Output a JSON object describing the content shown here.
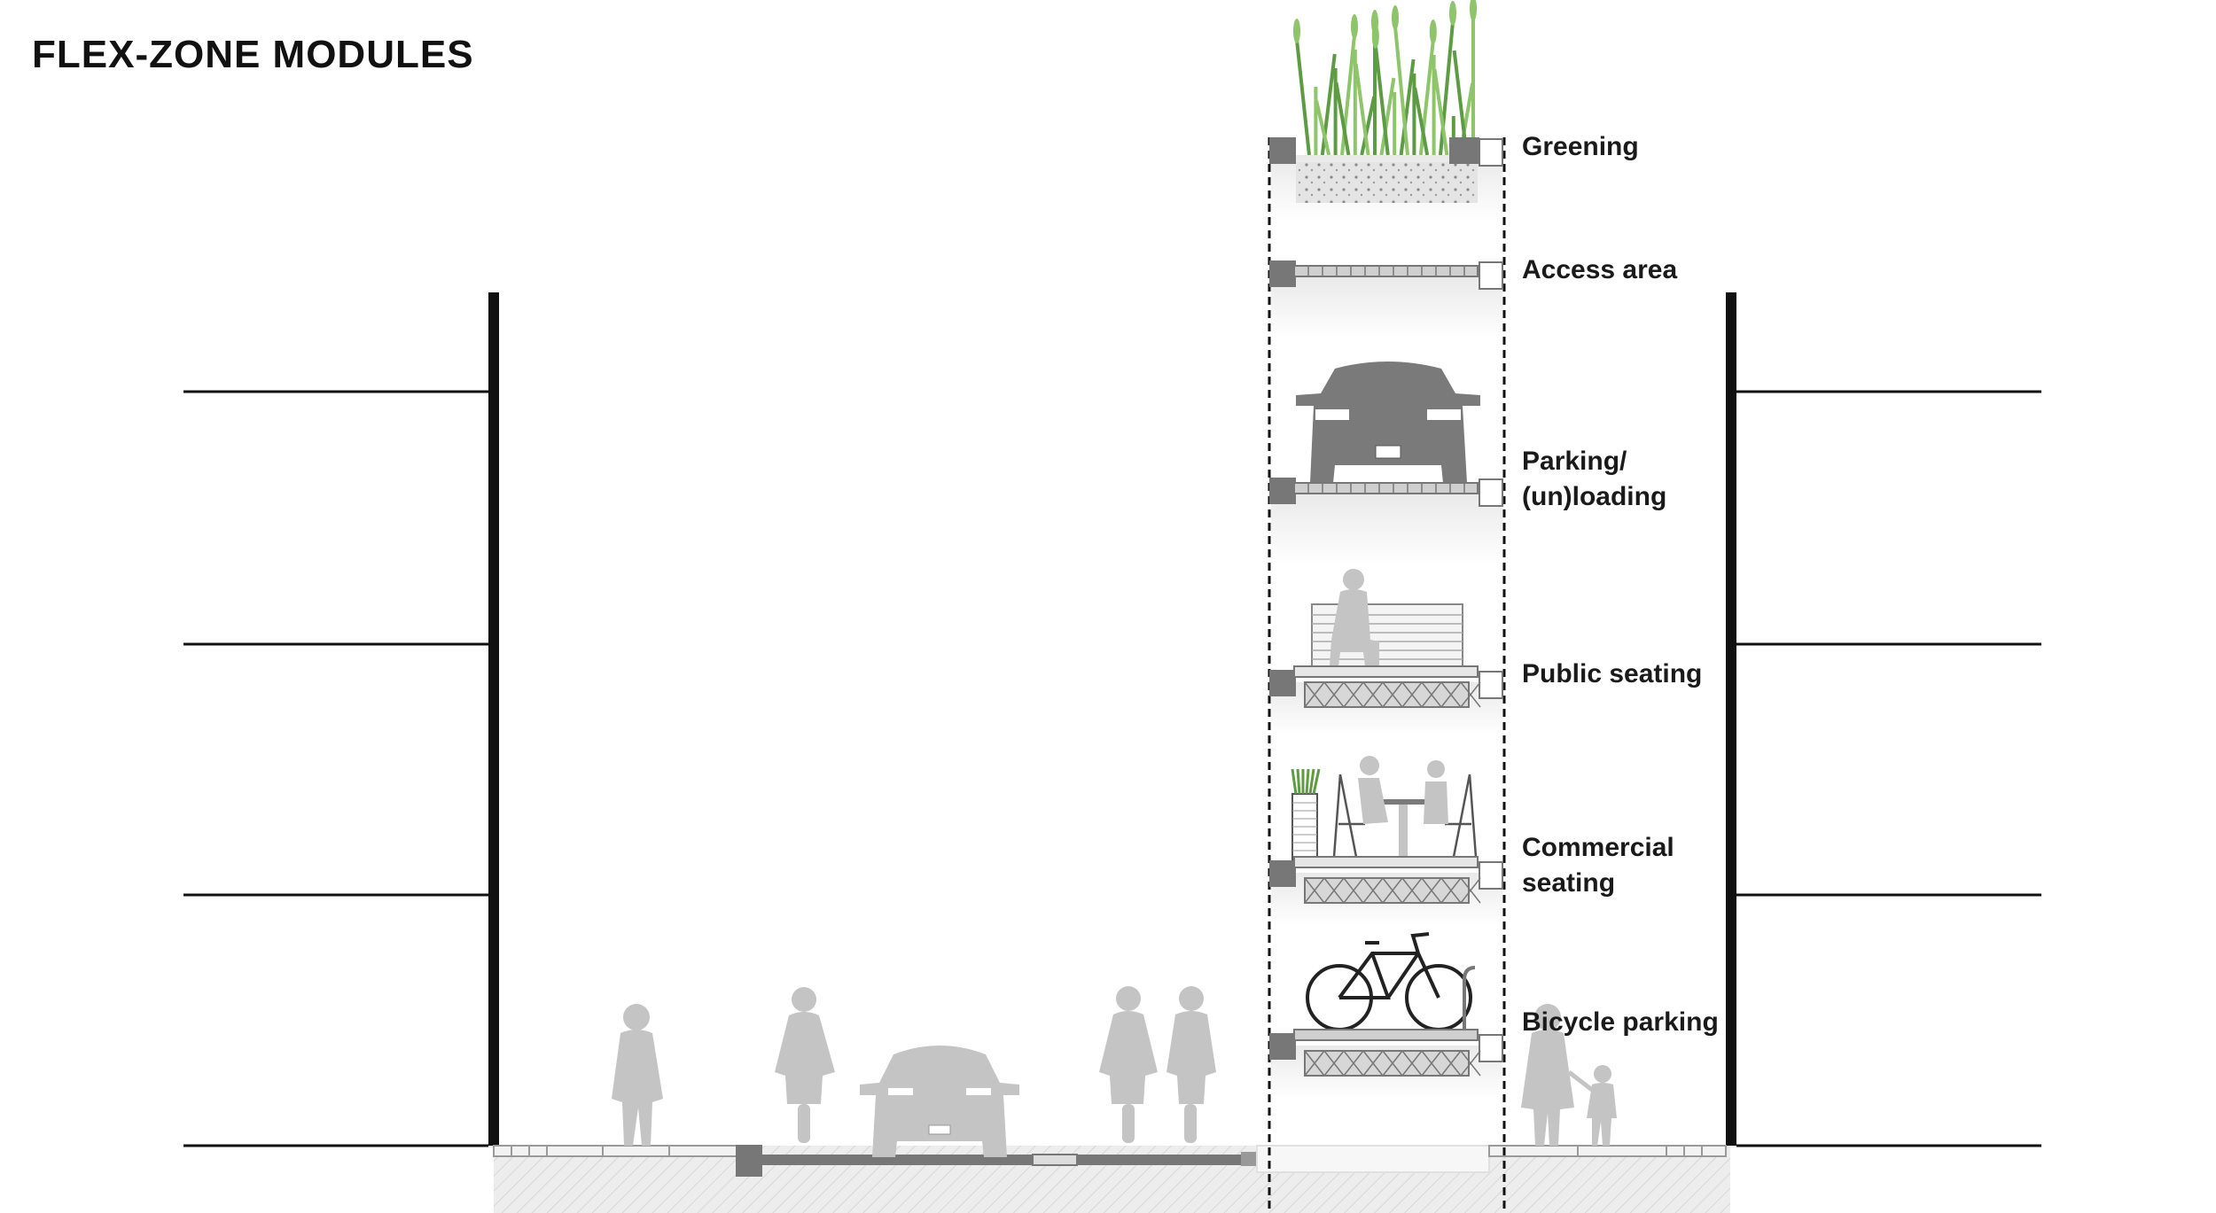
{
  "title": "FLEX-ZONE MODULES",
  "modules": [
    {
      "lines": [
        "Greening"
      ],
      "icon": "grass-planter-icon"
    },
    {
      "lines": [
        "Access area"
      ],
      "icon": "paved-surface-icon"
    },
    {
      "lines": [
        "Parking/",
        "(un)loading"
      ],
      "icon": "car-icon"
    },
    {
      "lines": [
        "Public seating"
      ],
      "icon": "bench-person-icon"
    },
    {
      "lines": [
        "Commercial",
        "seating"
      ],
      "icon": "cafe-table-icon"
    },
    {
      "lines": [
        "Bicycle parking"
      ],
      "icon": "bicycle-icon"
    }
  ],
  "colors": {
    "figure": "#c4c4c4",
    "figure_dark": "#7a7a7a",
    "grass": "#8ec46a",
    "grass_dark": "#5e9c44",
    "ground": "#ececec",
    "line": "#111111"
  }
}
